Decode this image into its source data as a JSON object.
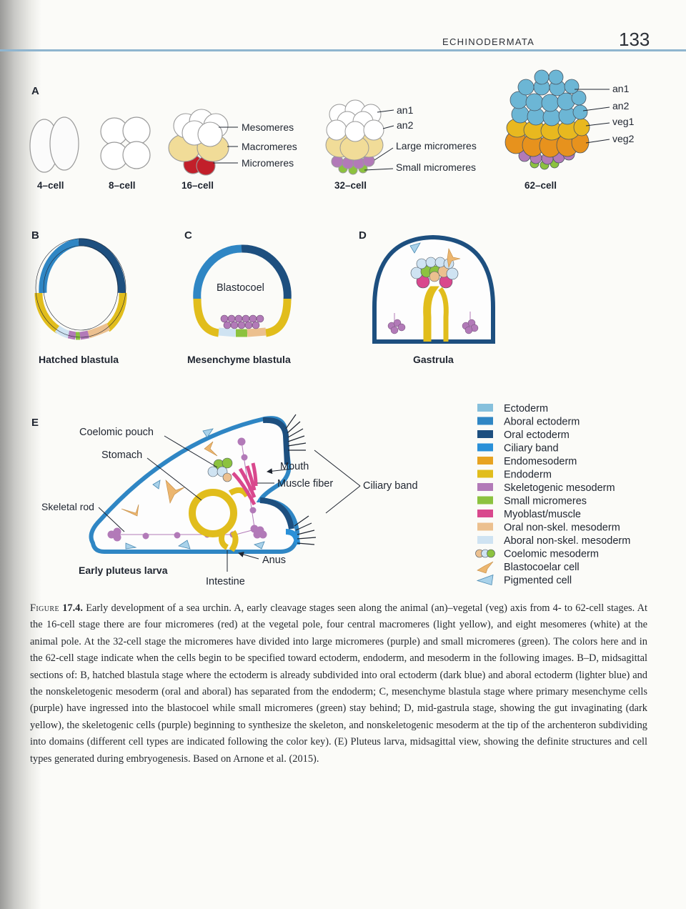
{
  "header": {
    "running_head": "ECHINODERMATA",
    "page_number": "133"
  },
  "panel_a": {
    "letter": "A",
    "stages": [
      "4–cell",
      "8–cell",
      "16–cell",
      "32–cell",
      "62–cell"
    ],
    "labels_16cell": [
      "Mesomeres",
      "Macromeres",
      "Micromeres"
    ],
    "labels_32cell": [
      "an1",
      "an2",
      "Large micromeres",
      "Small micromeres"
    ],
    "labels_62cell": [
      "an1",
      "an2",
      "veg1",
      "veg2"
    ]
  },
  "panel_b": {
    "letter": "B",
    "title": "Hatched blastula"
  },
  "panel_c": {
    "letter": "C",
    "title": "Mesenchyme blastula",
    "inner_label": "Blastocoel"
  },
  "panel_d": {
    "letter": "D",
    "title": "Gastrula"
  },
  "panel_e": {
    "letter": "E",
    "title": "Early pluteus larva",
    "labels": {
      "coelomic_pouch": "Coelomic pouch",
      "stomach": "Stomach",
      "skeletal_rod": "Skeletal rod",
      "mouth": "Mouth",
      "muscle_fiber": "Muscle fiber",
      "ciliary_band": "Ciliary band",
      "anus": "Anus",
      "intestine": "Intestine"
    }
  },
  "legend": [
    {
      "label": "Ectoderm",
      "color": "#86c0dc",
      "shape": "square"
    },
    {
      "label": "Aboral ectoderm",
      "color": "#2f86c4",
      "shape": "square"
    },
    {
      "label": "Oral ectoderm",
      "color": "#1d4f7f",
      "shape": "square"
    },
    {
      "label": "Ciliary band",
      "color": "#2a90d8",
      "shape": "square"
    },
    {
      "label": "Endomesoderm",
      "color": "#e7a321",
      "shape": "square"
    },
    {
      "label": "Endoderm",
      "color": "#e1bd1c",
      "shape": "square"
    },
    {
      "label": "Skeletogenic mesoderm",
      "color": "#b27ab8",
      "shape": "square"
    },
    {
      "label": "Small micromeres",
      "color": "#8cc23f",
      "shape": "square"
    },
    {
      "label": "Myoblast/muscle",
      "color": "#d9488d",
      "shape": "square"
    },
    {
      "label": "Oral non-skel. mesoderm",
      "color": "#ecc08f",
      "shape": "square"
    },
    {
      "label": "Aboral non-skel. mesoderm",
      "color": "#cfe3f2",
      "shape": "square"
    },
    {
      "label": "Coelomic mesoderm",
      "color": "#8cc23f",
      "shape": "circles"
    },
    {
      "label": "Blastocoelar cell",
      "color": "#ecb66f",
      "shape": "cell"
    },
    {
      "label": "Pigmented cell",
      "color": "#a9d2ea",
      "shape": "triangle"
    }
  ],
  "caption": {
    "label": "Figure",
    "number": "17.4.",
    "text": "Early development of a sea urchin. A, early cleavage stages seen along the animal (an)–vegetal (veg) axis from 4- to 62-cell stages. At the 16-cell stage there are four micromeres (red) at the vegetal pole, four central macromeres (light yellow), and eight mesomeres (white) at the animal pole. At the 32-cell stage the micromeres have divided into large micromeres (purple) and small micromeres (green). The colors here and in the 62-cell stage indicate when the cells begin to be specified toward ectoderm, endoderm, and mesoderm in the following images. B–D, midsagittal sections of: B, hatched blastula stage where the ectoderm is already subdivided into oral ectoderm (dark blue) and aboral ectoderm (lighter blue) and the nonskeletogenic mesoderm (oral and aboral) has separated from the endoderm; C, mesenchyme blastula stage where primary mesenchyme cells (purple) have ingressed into the blastocoel while small micromeres (green) stay behind; D, mid-gastrula stage, showing the gut invaginating (dark yellow), the skeletogenic cells (purple) beginning to synthesize the skeleton, and nonskeletogenic mesoderm at the tip of the archenteron subdividing into domains (different cell types are indicated following the color key). (E) Pluteus larva, midsagittal view, showing the definite structures and cell types generated during embryogenesis. Based on Arnone et al. (2015)."
  }
}
